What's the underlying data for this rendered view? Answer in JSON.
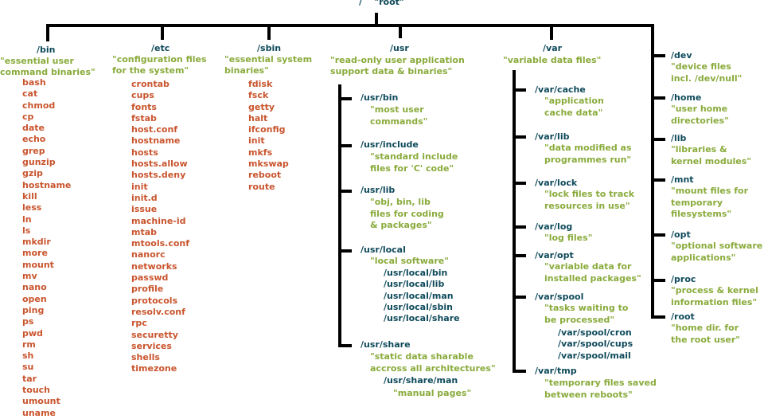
{
  "root": {
    "label": "/",
    "desc": "\"root\""
  },
  "bin": {
    "label": "/bin",
    "desc": "\"essential user\ncommand binaries\"",
    "items": [
      "bash",
      "cat",
      "chmod",
      "cp",
      "date",
      "echo",
      "grep",
      "gunzip",
      "gzip",
      "hostname",
      "kill",
      "less",
      "ln",
      "ls",
      "mkdir",
      "more",
      "mount",
      "mv",
      "nano",
      "open",
      "ping",
      "ps",
      "pwd",
      "rm",
      "sh",
      "su",
      "tar",
      "touch",
      "umount",
      "uname"
    ]
  },
  "etc": {
    "label": "/etc",
    "desc": "\"configuration files\nfor the system\"",
    "items": [
      "crontab",
      "cups",
      "fonts",
      "fstab",
      "host.conf",
      "hostname",
      "hosts",
      "hosts.allow",
      "hosts.deny",
      "init",
      "init.d",
      "issue",
      "machine-id",
      "mtab",
      "mtools.conf",
      "nanorc",
      "networks",
      "passwd",
      "profile",
      "protocols",
      "resolv.conf",
      "rpc",
      "securetty",
      "services",
      "shells",
      "timezone"
    ]
  },
  "sbin": {
    "label": "/sbin",
    "desc": "\"essential system\nbinaries\"",
    "items": [
      "fdisk",
      "fsck",
      "getty",
      "halt",
      "ifconfig",
      "init",
      "mkfs",
      "mkswap",
      "reboot",
      "route"
    ]
  },
  "usr": {
    "label": "/usr",
    "desc": "\"read-only user application\nsupport data & binaries\"",
    "children": [
      {
        "label": "/usr/bin",
        "desc": "\"most user\ncommands\""
      },
      {
        "label": "/usr/include",
        "desc": "\"standard include\nfiles for 'C' code\""
      },
      {
        "label": "/usr/lib",
        "desc": "\"obj, bin, lib\nfiles for coding\n& packages\""
      },
      {
        "label": "/usr/local",
        "desc": "\"local software\"",
        "sub": [
          "/usr/local/bin",
          "/usr/local/lib",
          "/usr/local/man",
          "/usr/local/sbin",
          "/usr/local/share"
        ]
      },
      {
        "label": "/usr/share",
        "desc": "\"static data sharable\naccross all architectures\"",
        "sub": [
          "/usr/share/man"
        ],
        "subdesc": "\"manual pages\""
      }
    ]
  },
  "var": {
    "label": "/var",
    "desc": "\"variable data files\"",
    "children": [
      {
        "label": "/var/cache",
        "desc": "\"application\ncache data\""
      },
      {
        "label": "/var/lib",
        "desc": "\"data modified as\nprogrammes run\""
      },
      {
        "label": "/var/lock",
        "desc": "\"lock files to track\nresources in use\""
      },
      {
        "label": "/var/log",
        "desc": "\"log files\""
      },
      {
        "label": "/var/opt",
        "desc": "\"variable data for\ninstalled packages\""
      },
      {
        "label": "/var/spool",
        "desc": "\"tasks waiting to\nbe processed\"",
        "sub": [
          "/var/spool/cron",
          "/var/spool/cups",
          "/var/spool/mail"
        ]
      },
      {
        "label": "/var/tmp",
        "desc": "\"temporary files saved\nbetween reboots\""
      }
    ]
  },
  "right": [
    {
      "label": "/dev",
      "desc": "\"device files\nincl. /dev/null\""
    },
    {
      "label": "/home",
      "desc": "\"user home\ndirectories\""
    },
    {
      "label": "/lib",
      "desc": "\"libraries &\nkernel modules\""
    },
    {
      "label": "/mnt",
      "desc": "\"mount files for\ntemporary\nfilesystems\""
    },
    {
      "label": "/opt",
      "desc": "\"optional software\napplications\""
    },
    {
      "label": "/proc",
      "desc": "\"process & kernel\ninformation files\""
    },
    {
      "label": "/root",
      "desc": "\"home dir. for\nthe root user\""
    }
  ],
  "colors": {
    "dir": "#0e4a5b",
    "desc": "#8aab3c",
    "file": "#c9552e",
    "line": "#000000"
  }
}
